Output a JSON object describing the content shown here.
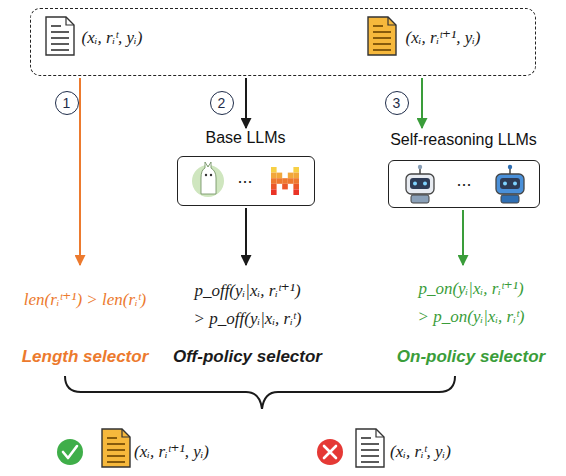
{
  "diagram": {
    "nodes": [
      {
        "text": []
      },
      {
        "text": [
          "(xᵢ, rᵢᵗ, yᵢ)"
        ],
        "in": 0
      },
      {
        "text": [
          "(xᵢ, rᵢᵗ⁺¹, yᵢ)"
        ],
        "in": 0
      },
      {
        "text": [
          "1"
        ]
      },
      {
        "text": [
          "2"
        ]
      },
      {
        "text": [
          "3"
        ]
      },
      {
        "text": [
          "Base LLMs",
          "..."
        ]
      },
      {
        "text": [
          "Self-reasoning LLMs",
          "..."
        ]
      },
      {
        "text": [
          "len(rᵢᵗ⁺¹) > len(rᵢᵗ)",
          "Length selector"
        ]
      },
      {
        "text": [
          "p_off(yᵢ|xᵢ, rᵢᵗ⁺¹) > p_off(yᵢ|xᵢ, rᵢᵗ)",
          "Off-policy selector"
        ]
      },
      {
        "text": [
          "p_on(yᵢ|xᵢ, rᵢᵗ⁺¹) > p_on(yᵢ|xᵢ, rᵢᵗ)",
          "On-policy selector"
        ]
      },
      {
        "text": [
          "(xᵢ, rᵢᵗ⁺¹, yᵢ)"
        ]
      },
      {
        "text": [
          "(xᵢ, rᵢᵗ, yᵢ)"
        ]
      }
    ],
    "edges": [
      {
        "from": 0,
        "to": 8,
        "arrow": "to"
      },
      {
        "from": 0,
        "to": 6,
        "arrow": "to"
      },
      {
        "from": 6,
        "to": 9,
        "arrow": "to"
      },
      {
        "from": 0,
        "to": 7,
        "arrow": "to"
      },
      {
        "from": 7,
        "to": 10,
        "arrow": "to"
      }
    ]
  }
}
